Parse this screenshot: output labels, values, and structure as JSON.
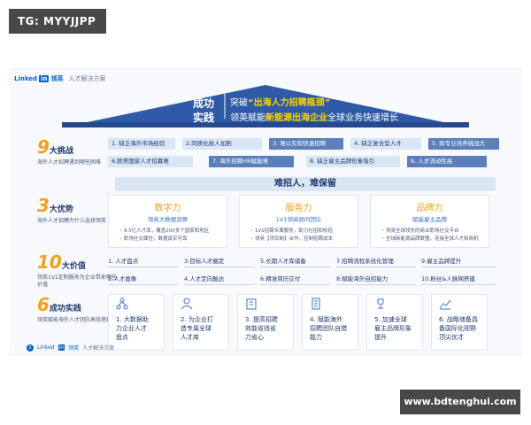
{
  "watermark_top": "TG: MYYJJPP",
  "watermark_bottom": "www.bdtenghui.com",
  "brand": {
    "name": "Linked",
    "in": "in",
    "cn": "领英",
    "subtitle": "人才解决方案"
  },
  "roof": {
    "left_line1": "成功",
    "left_line2": "实践",
    "line1_pre": "突破",
    "line1_hl": "“出海人力招聘瓶颈”",
    "line2_a": "领英赋能",
    "line2_hl1": "新能源出海企业",
    "line2_b": "全球业务快速增长"
  },
  "challenges": {
    "num": "9",
    "title": "大挑战",
    "desc": "海外人才招聘遇到哪些困难",
    "items": [
      "1. 缺乏海外市场经验",
      "2.同质化抢人加剧",
      "3. 难以实现快速招聘",
      "4. 缺乏复合型人才",
      "5. 跨专业培养挑战大",
      "6.欧美国家人才招募难",
      "7. 海外招聘HR赋能难",
      "8. 缺乏雇主品牌形象吸引",
      "9. 人才流动性高"
    ]
  },
  "banner": "难招人，难保留",
  "advantages": {
    "num": "3",
    "title": "大优势",
    "desc": "海外人才招聘为什么选择领英",
    "cards": [
      {
        "h": "数字力",
        "s": "领英大数据洞察",
        "items": [
          "9.5亿人才库，覆盖200多个国家和地区",
          "职场社交属性，数据真实可靠"
        ]
      },
      {
        "h": "服务力",
        "s": "1V1领英顾问团队",
        "items": [
          "1V1招聘专属服务，助力社招和校招",
          "领英【项目制】合作，控制招聘成本"
        ]
      },
      {
        "h": "品牌力",
        "s": "赋能雇主品牌",
        "items": [
          "领英全球领先的商业职场社交平台",
          "全球新能源品牌联盟，连接全球人才和商机"
        ]
      }
    ]
  },
  "values": {
    "num": "10",
    "title": "大价值",
    "desc": "领英1V1定制服务为企业带来哪些价值",
    "items": [
      "1. 人才盘点",
      "3.目标人才圈定",
      "5.长期人才库储备",
      "7.招聘流程系统化管理",
      "9.雇主品牌提升",
      "2.人才画像",
      "4.人才定向触达",
      "6.精准简历交付",
      "8.赋能海外自招能力",
      "10.粉丝&人脉网搭建"
    ]
  },
  "practices": {
    "num": "6",
    "title": "成功实践",
    "desc": "领英赋能海外人才团队高效搭建",
    "cards": [
      {
        "icon": "network-icon",
        "lines": [
          "1. 大数据助",
          "力企业人才",
          "盘点"
        ]
      },
      {
        "icon": "person-icon",
        "lines": [
          "2. 为企业打",
          "造专属全球",
          "人才库"
        ]
      },
      {
        "icon": "building-icon",
        "lines": [
          "3. 提高招聘",
          "效能省钱省",
          "力省心"
        ]
      },
      {
        "icon": "document-icon",
        "lines": [
          "4. 赋能海外",
          "招聘团队自猎",
          "能力"
        ]
      },
      {
        "icon": "trophy-icon",
        "lines": [
          "5. 加速全球",
          "雇主品牌形象",
          "提升"
        ]
      },
      {
        "icon": "chart-icon",
        "lines": [
          "6. 战略储备具",
          "备国际化视野",
          "顶尖优才"
        ]
      }
    ]
  },
  "footer": {
    "page": "2",
    "name": "Linked",
    "in": "in",
    "cn": "领英",
    "subtitle": "人才解决方案"
  },
  "colors": {
    "primary": "#0a66c2",
    "navy": "#1e3a6e",
    "orange": "#f2a01a",
    "highlight": "#ffd200",
    "chip": "#d9e6f6"
  }
}
